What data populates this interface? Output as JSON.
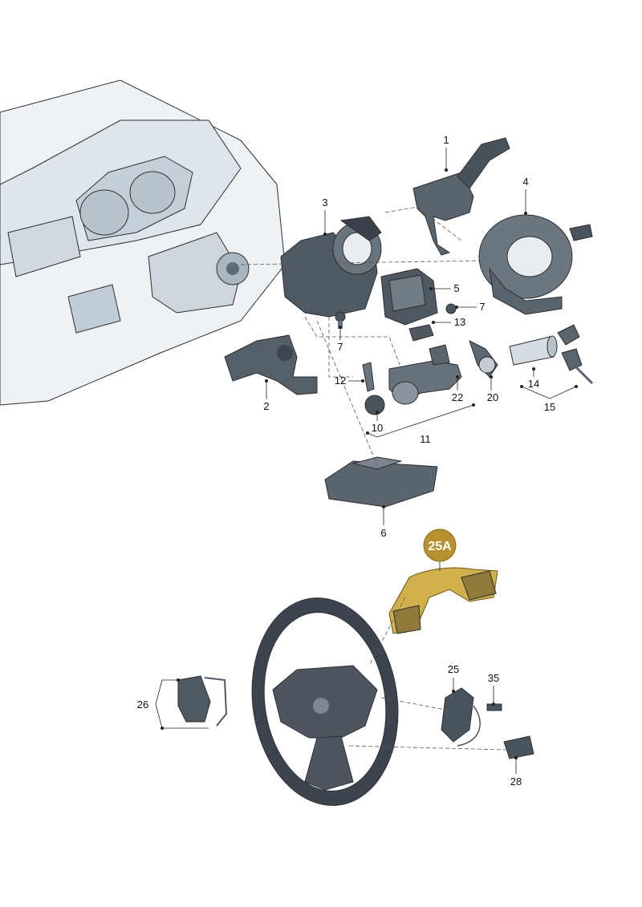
{
  "callouts": {
    "c1": "1",
    "c2": "2",
    "c3": "3",
    "c4": "4",
    "c5": "5",
    "c6": "6",
    "c7a": "7",
    "c7b": "7",
    "c10": "10",
    "c11": "11",
    "c12": "12",
    "c13": "13",
    "c14": "14",
    "c15": "15",
    "c20": "20",
    "c22": "22",
    "c25": "25",
    "c25a": "25A",
    "c26": "26",
    "c28": "28",
    "c35": "35"
  },
  "colors": {
    "badge": "#b8902e",
    "highlight": "#c9a12c",
    "part_fill": "#d5dce2",
    "part_dark": "#4a545c",
    "dash_board": "#e7ecf0"
  }
}
